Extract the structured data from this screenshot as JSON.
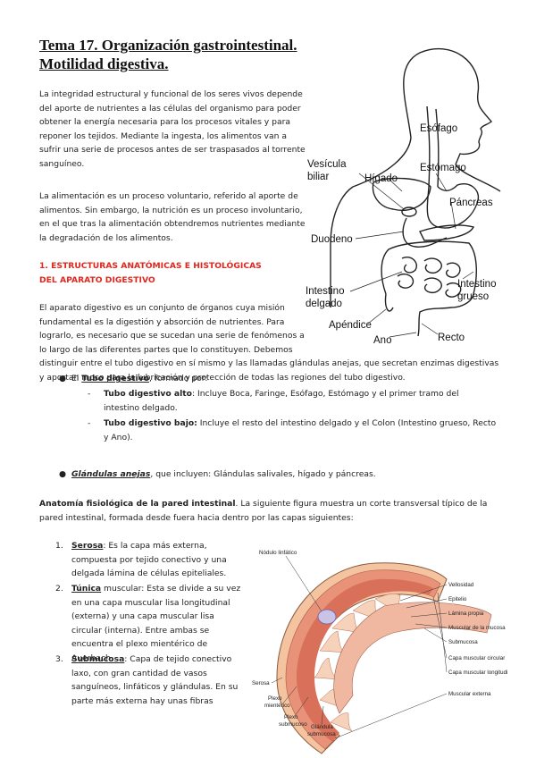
{
  "title": "Tema 17. Organización gastrointestinal. Motilidad digestiva.",
  "intro_1": "La integridad estructural y funcional de los seres vivos depende del aporte de nutrientes a las células del organismo para poder obtener la energía necesaria para los procesos vitales y para reponer los tejidos. Mediante la ingesta, los alimentos van a sufrir una serie de procesos antes de ser traspasados al torrente sanguíneo.",
  "intro_2": "La alimentación es un proceso voluntario, referido al aporte de alimentos. Sin embargo, la nutrición es un proceso involuntario, en el que tras la alimentación obtendremos nutrientes mediante la degradación de los alimentos.",
  "section_1": "1. ESTRUCTURAS ANATÓMICAS E HISTOLÓGICAS DEL APARATO DIGESTIVO",
  "sec_para_a": "El aparato digestivo es un conjunto de órganos cuya misión fundamental es la digestión y absorción de nutrientes. Para lograrlo, es necesario que se sucedan una serie de fenómenos a lo largo de las diferentes partes que lo constituyen. Debemos",
  "sec_para_b": "distinguir entre el tubo digestivo en sí mismo y las llamadas glándulas anejas, que secretan enzimas digestivas y aportan moco para la lubricación y protección de todas las regiones del tubo digestivo.",
  "bullet1": {
    "pre": "El ",
    "term": "Tubo digestivo",
    "post": ", formado por:"
  },
  "sub1": {
    "term": "Tubo digestivo alto",
    "text": ": Incluye Boca, Faringe, Esófago, Estómago y el primer tramo del intestino delgado."
  },
  "sub2": {
    "term": "Tubo digestivo bajo:",
    "text": " Incluye el resto del intestino delgado y el Colon (Intestino grueso, Recto y Ano)."
  },
  "bullet2": {
    "term": "Glándulas anejas",
    "post": ", que incluyen: Glándulas salivales, hígado y páncreas."
  },
  "anatomy": {
    "term": "Anatomía fisiológica de la pared intestinal",
    "text": ". La siguiente figura muestra un corte transversal típico de la pared intestinal, formada desde fuera hacia dentro por las capas siguientes:"
  },
  "list": [
    {
      "num": "1.",
      "term": "Serosa",
      "text": ": Es la capa más externa, compuesta por tejido conectivo y una delgada lámina de células epiteliales."
    },
    {
      "num": "2.",
      "term": "Túnica",
      "text": " muscular: Esta se divide a su vez en una capa muscular lisa longitudinal (externa) y una capa muscular lisa circular (interna). Entre ambas se encuentra el plexo mientérico de Auerbach."
    },
    {
      "num": "3.",
      "term": "Submucosa",
      "text": ": Capa de tejido conectivo laxo, con gran cantidad de vasos sanguíneos, linfáticos y glándulas. En su parte más externa hay unas fibras"
    }
  ],
  "fig1_labels": {
    "esofago": "Esófago",
    "vesicula_1": "Vesícula",
    "vesicula_2": "biliar",
    "higado": "Hígado",
    "estomago": "Estómago",
    "pancreas": "Páncreas",
    "duodeno": "Duodeno",
    "id_1": "Intestino",
    "id_2": "delgado",
    "ig_1": "Intestino",
    "ig_2": "grueso",
    "apendice": "Apéndice",
    "ano": "Ano",
    "recto": "Recto"
  },
  "fig2_labels": {
    "nodulo": "Nódulo linfático",
    "vellosidad": "Vellosidad",
    "epitelio": "Epitelio",
    "lamina": "Lámina propia",
    "muscular_mucosa": "Muscular de la mucosa",
    "submucosa": "Submucosa",
    "capa_circular": "Capa muscular circular",
    "capa_long": "Capa muscular longitudi",
    "muscular_externa": "Muscular externa",
    "serosa": "Serosa",
    "plexo_m_1": "Plexo",
    "plexo_m_2": "mientérico",
    "plexo_s_1": "Plexo",
    "plexo_s_2": "submucoso",
    "glandula_1": "Glándula",
    "glandula_2": "submucosa"
  }
}
